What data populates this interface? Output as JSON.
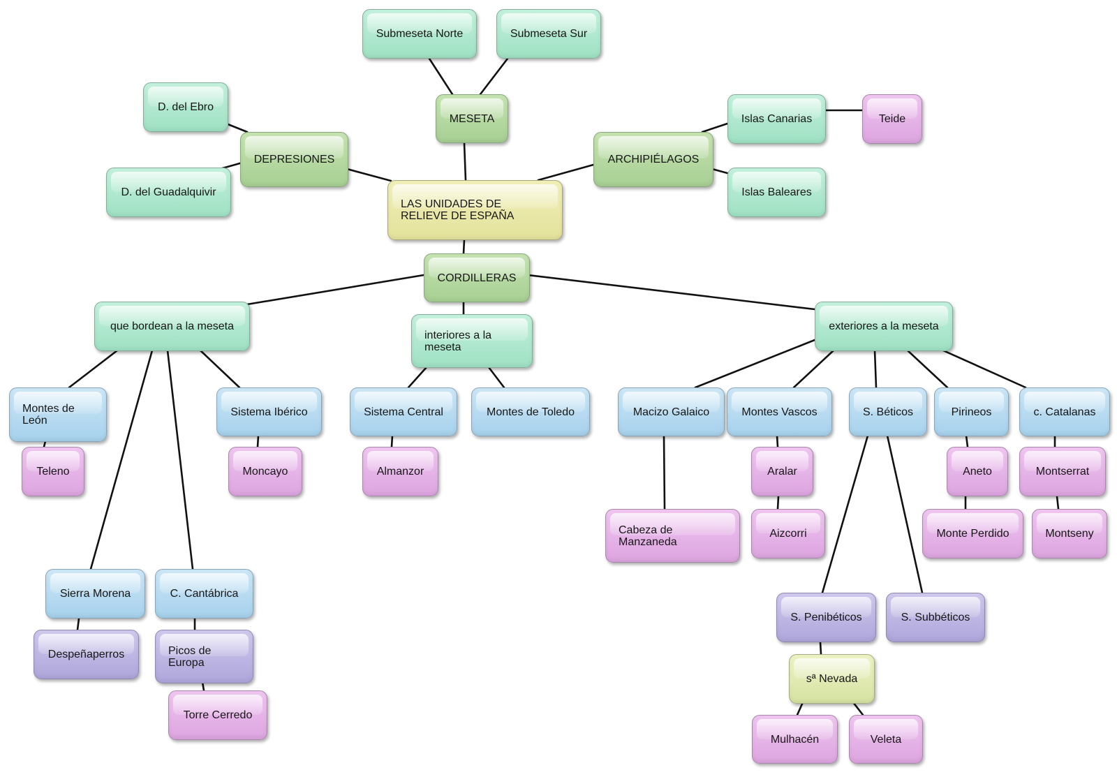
{
  "nodes": {
    "root": "LAS UNIDADES DE RELIEVE DE ESPAÑA",
    "meseta": "MESETA",
    "submeseta_norte": "Submeseta Norte",
    "submeseta_sur": "Submeseta Sur",
    "depresiones": "DEPRESIONES",
    "d_ebro": "D. del Ebro",
    "d_guadalquivir": "D. del Guadalquivir",
    "archipielagos": "ARCHIPIÉLAGOS",
    "islas_canarias": "Islas Canarias",
    "teide": "Teide",
    "islas_baleares": "Islas Baleares",
    "cordilleras": "CORDILLERAS",
    "bordean": "que bordean a la meseta",
    "interiores": "interiores a la meseta",
    "exteriores": "exteriores a la meseta",
    "montes_leon": "Montes de León",
    "teleno": "Teleno",
    "sistema_iberico": "Sistema Ibérico",
    "moncayo": "Moncayo",
    "sierra_morena": "Sierra Morena",
    "despenaperros": "Despeñaperros",
    "c_cantabrica": "C. Cantábrica",
    "picos_europa": "Picos de Europa",
    "torre_cerredo": "Torre Cerredo",
    "sistema_central": "Sistema Central",
    "almanzor": "Almanzor",
    "montes_toledo": "Montes de Toledo",
    "macizo_galaico": "Macizo Galaico",
    "cabeza_manzaneda": "Cabeza de Manzaneda",
    "montes_vascos": "Montes Vascos",
    "aralar": "Aralar",
    "aizcorri": "Aizcorri",
    "s_beticos": "S. Béticos",
    "s_penibeticos": "S. Penibéticos",
    "sa_nevada": "sª Nevada",
    "mulhacen": "Mulhacén",
    "veleta": "Veleta",
    "s_subbeticos": "S. Subbéticos",
    "pirineos": "Pirineos",
    "aneto": "Aneto",
    "monte_perdido": "Monte Perdido",
    "c_catalanas": "c. Catalanas",
    "montserrat": "Montserrat",
    "montseny": "Montseny"
  },
  "colors": {
    "root": "#e8e7a6",
    "level1": "#b3d89f",
    "mint": "#aee8cd",
    "blue": "#b5dbf0",
    "pink": "#e3b0e6",
    "purple": "#bab3e0",
    "yellow": "#dee8b0"
  }
}
